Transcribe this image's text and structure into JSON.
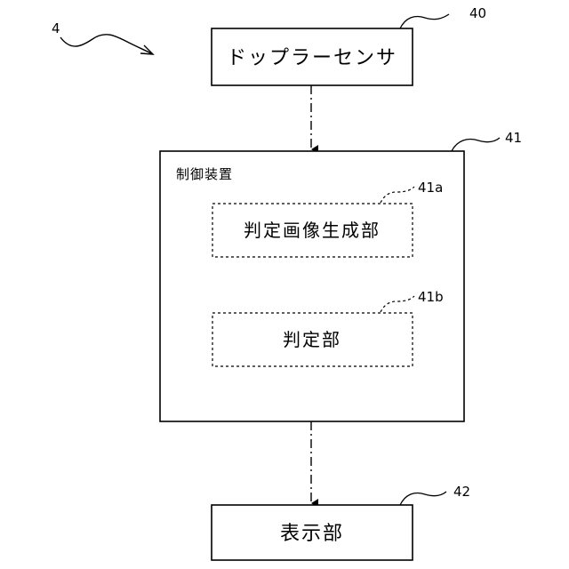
{
  "figure": {
    "ref": "4"
  },
  "doppler_sensor": {
    "label": "ドップラーセンサ",
    "ref": "40"
  },
  "control_device": {
    "label": "制御装置",
    "ref": "41",
    "image_generator": {
      "label": "判定画像生成部",
      "ref": "41a"
    },
    "judgment_unit": {
      "label": "判定部",
      "ref": "41b"
    }
  },
  "display_unit": {
    "label": "表示部",
    "ref": "42"
  }
}
